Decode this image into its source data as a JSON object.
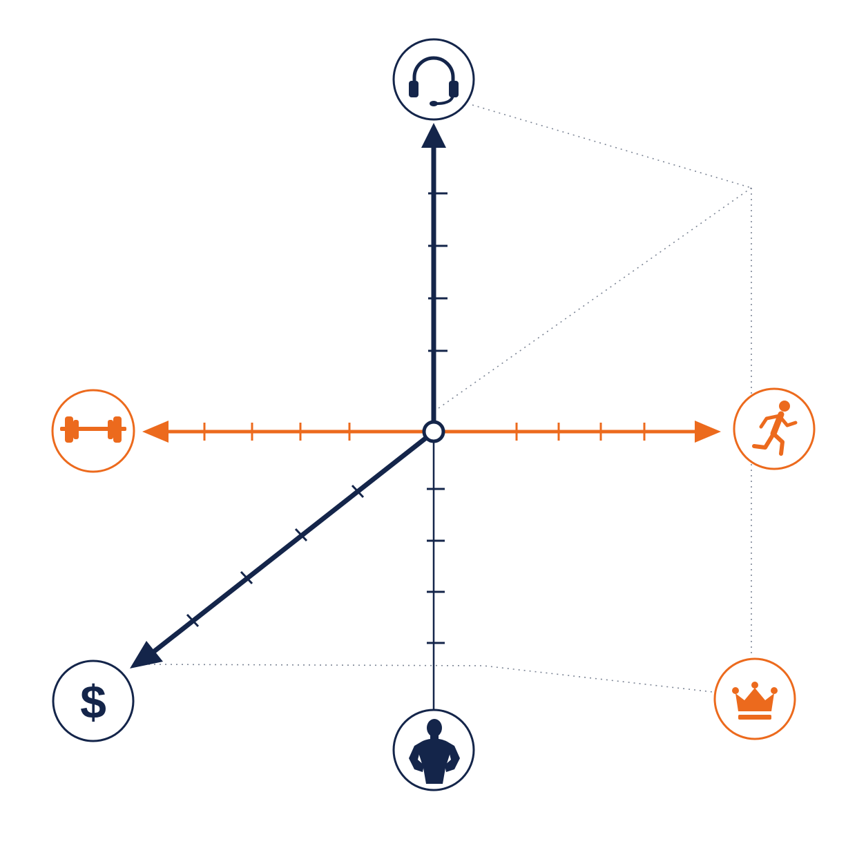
{
  "colors": {
    "navy": "#14254a",
    "orange": "#ec6a1d",
    "dotted": "#7b8494",
    "background": "#ffffff"
  },
  "nodes": [
    {
      "id": "top",
      "icon": "headset-icon",
      "color": "navy"
    },
    {
      "id": "right",
      "icon": "running-person-icon",
      "color": "orange"
    },
    {
      "id": "left",
      "icon": "dumbbell-icon",
      "color": "orange"
    },
    {
      "id": "bottom",
      "icon": "athlete-torso-icon",
      "color": "navy"
    },
    {
      "id": "bottom-left",
      "icon": "dollar-icon",
      "color": "navy",
      "glyph": "$"
    },
    {
      "id": "bottom-right",
      "icon": "crown-icon",
      "color": "orange"
    }
  ]
}
